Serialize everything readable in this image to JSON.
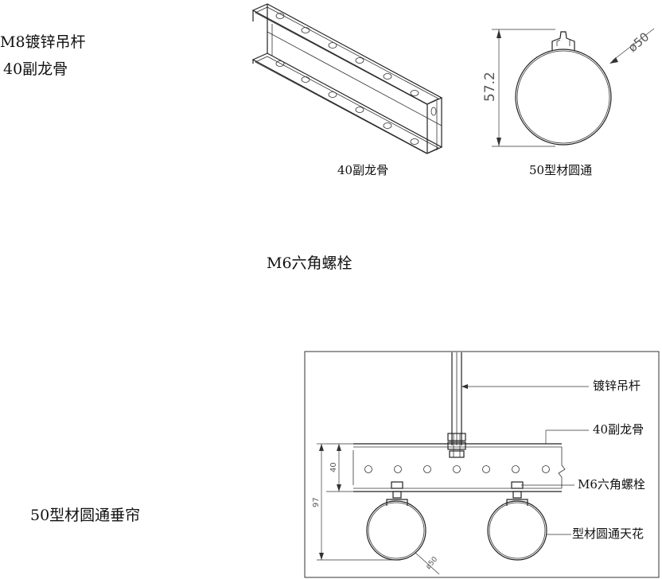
{
  "labels": {
    "hanger_rod": "M8镀锌吊杆",
    "sub_keel": "40副龙骨",
    "bolt": "M6六角螺栓",
    "curtain": "50型材圆通垂帘"
  },
  "captions": {
    "keel": "40副龙骨",
    "tube": "50型材圆通"
  },
  "tube_dims": {
    "height": "57.2",
    "diameter": "ø50"
  },
  "assembly": {
    "callout_rod": "镀锌吊杆",
    "callout_keel": "40副龙骨",
    "callout_bolt": "M6六角螺栓",
    "callout_tube": "型材圆通天花",
    "dim_40": "40",
    "dim_97": "97",
    "dim_dia": "ø50"
  }
}
